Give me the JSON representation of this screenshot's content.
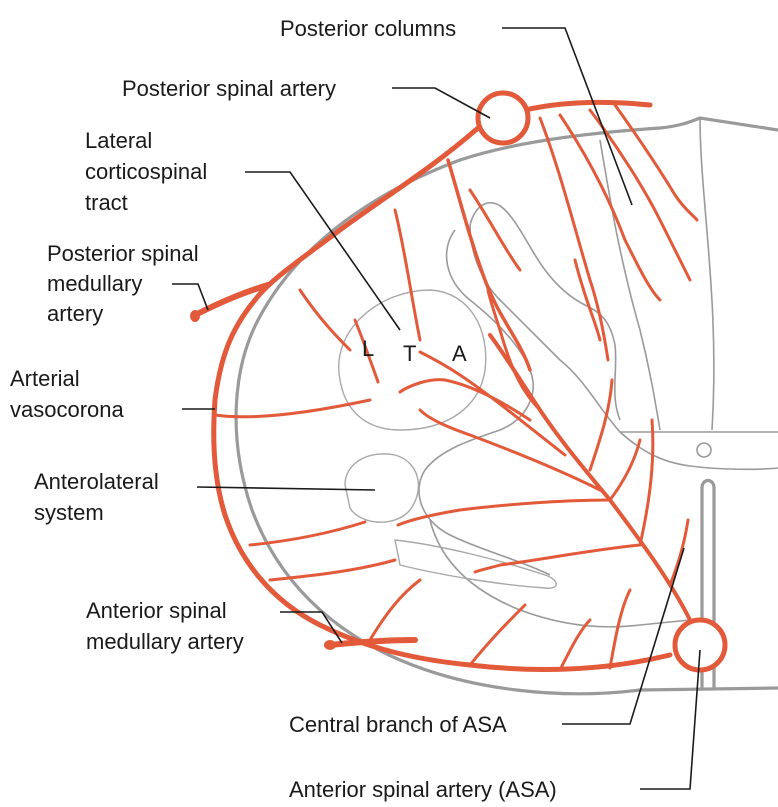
{
  "labels": {
    "posterior_columns": "Posterior columns",
    "posterior_spinal_artery": "Posterior spinal artery",
    "lateral_corticospinal_tract": [
      "Lateral",
      "corticospinal",
      "tract"
    ],
    "posterior_spinal_medullary_artery": [
      "Posterior spinal",
      "medullary",
      "artery"
    ],
    "arterial_vasocorona": [
      "Arterial",
      "vasocorona"
    ],
    "anterolateral_system": [
      "Anterolateral",
      "system"
    ],
    "anterior_spinal_medullary_artery": [
      "Anterior spinal",
      "medullary artery"
    ],
    "central_branch_of_asa": "Central branch of ASA",
    "anterior_spinal_artery": "Anterior spinal artery (ASA)"
  },
  "tract_letters": [
    "L",
    "T",
    "A"
  ],
  "colors": {
    "artery": "#e35a3a",
    "cord_outline": "#9a9a9a",
    "text": "#1a1a1a"
  }
}
